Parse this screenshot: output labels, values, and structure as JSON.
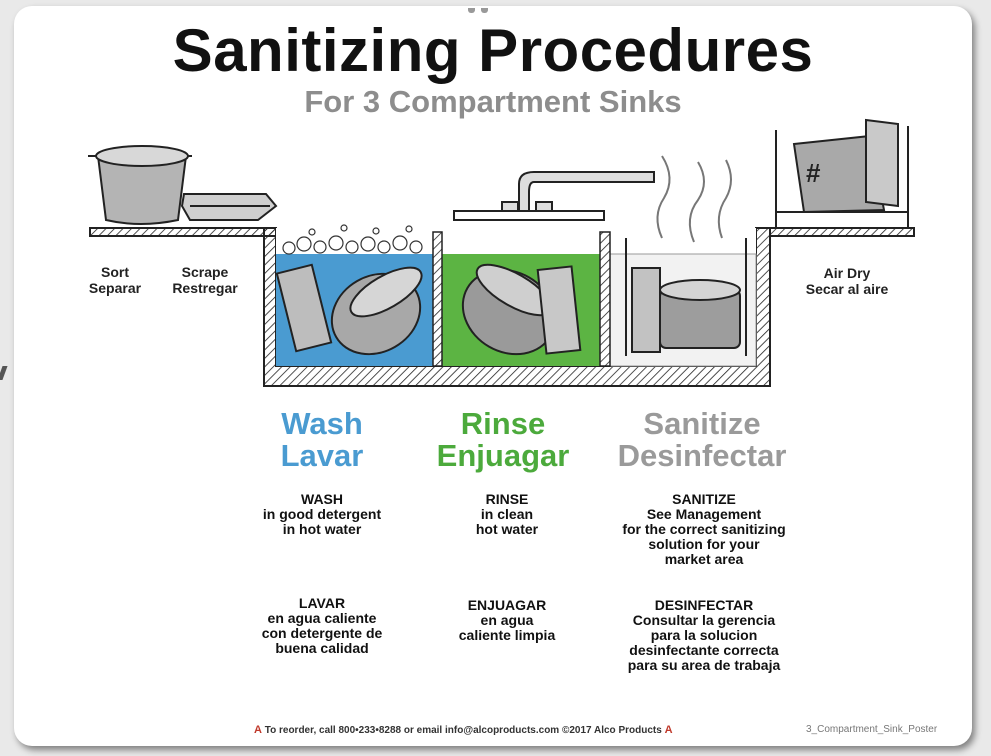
{
  "title": "Sanitizing Procedures",
  "subtitle": "For 3 Compartment Sinks",
  "side_labels": {
    "sort": [
      "Sort",
      "Separar"
    ],
    "scrape": [
      "Scrape",
      "Restregar"
    ],
    "airdry": [
      "Air Dry",
      "Secar al aire"
    ]
  },
  "steps": [
    {
      "label": [
        "Wash",
        "Lavar"
      ],
      "color": "#4a9bd1",
      "english": [
        "WASH",
        "in good detergent",
        "in hot water"
      ],
      "spanish": [
        "LAVAR",
        "en agua caliente",
        "con detergente de",
        "buena calidad"
      ]
    },
    {
      "label": [
        "Rinse",
        "Enjuagar"
      ],
      "color": "#4caa3c",
      "english": [
        "RINSE",
        "in clean",
        "hot water"
      ],
      "spanish": [
        "ENJUAGAR",
        "en agua",
        "caliente limpia"
      ]
    },
    {
      "label": [
        "Sanitize",
        "Desinfectar"
      ],
      "color": "#9a9a9a",
      "english": [
        "SANITIZE",
        "See Management",
        "for the correct sanitizing",
        "solution for your",
        "market area"
      ],
      "spanish": [
        "DESINFECTAR",
        "Consultar la gerencia",
        "para la solucion",
        "desinfectante correcta",
        "para su area de trabaja"
      ]
    }
  ],
  "colors": {
    "wash_water": "#4a9bd1",
    "rinse_water": "#5cb443",
    "sanitize_water": "#f2f2f2"
  },
  "footer": {
    "logo_mark": "A",
    "text": "To reorder, call 800•233•8288 or email info@alcoproducts.com ©2017 Alco Products",
    "code": "3_Compartment_Sink_Poster"
  }
}
